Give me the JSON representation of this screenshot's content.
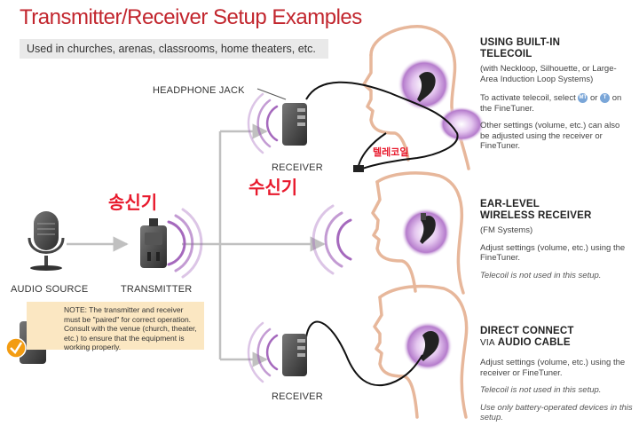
{
  "header": {
    "title": "Transmitter/Receiver Setup Examples",
    "subtitle": "Used in churches, arenas, classrooms, home theaters, etc."
  },
  "labels": {
    "headphone_jack": "HEADPHONE JACK",
    "receiver_top": "RECEIVER",
    "receiver_bottom": "RECEIVER",
    "audio_source": "AUDIO SOURCE",
    "transmitter": "TRANSMITTER"
  },
  "korean": {
    "transmitter": "송신기",
    "receiver": "수신기",
    "telecoil": "텔레코일"
  },
  "note": "NOTE: The transmitter and receiver must be \"paired\" for correct operation. Consult with the venue (church, theater, etc.) to ensure that the equipment is working properly.",
  "sections": {
    "telecoil": {
      "title": "USING BUILT-IN TELECOIL",
      "sub": "(with Neckloop, Silhouette, or Large-Area Induction Loop Systems)",
      "text1_a": "To activate telecoil, select",
      "badge_mt": "MT",
      "text1_or": "or",
      "badge_t": "T",
      "text1_b": "on the FineTuner.",
      "text2": "Other settings (volume, etc.) can also be adjusted using the receiver or FineTuner."
    },
    "ear_level": {
      "title": "EAR-LEVEL WIRELESS RECEIVER",
      "sub": "(FM Systems)",
      "text1": "Adjust settings (volume, etc.) using the FineTuner.",
      "text2": "Telecoil is not used in this setup."
    },
    "direct": {
      "title_a": "DIRECT CONNECT",
      "title_via": "VIA",
      "title_b": "AUDIO CABLE",
      "text1": "Adjust settings (volume, etc.) using the receiver or FineTuner.",
      "text2": "Telecoil is not used in this setup.",
      "text3": "Use only battery-operated devices in this setup."
    }
  },
  "colors": {
    "title": "#c2262e",
    "korean": "#e8192c",
    "note_bg": "#fbe7c2",
    "wave": "#9b59b6",
    "skin_stroke": "#e7b79b"
  }
}
